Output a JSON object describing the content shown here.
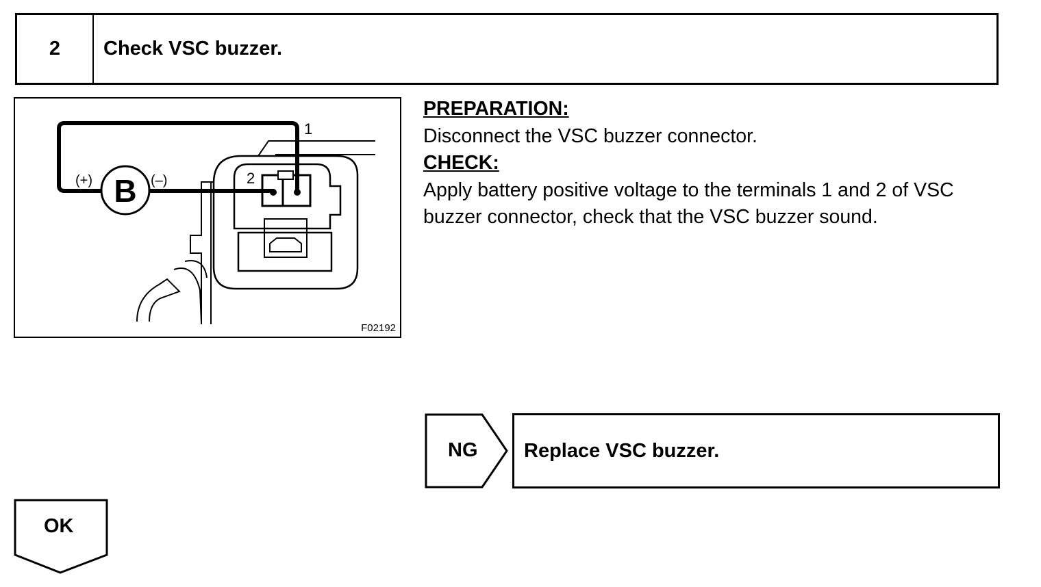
{
  "step": {
    "number": "2",
    "title": "Check VSC buzzer."
  },
  "figure": {
    "code": "F02192",
    "labels": {
      "battery": "B",
      "plus": "(+)",
      "minus": "(–)",
      "terminal1": "1",
      "terminal2": "2"
    }
  },
  "instructions": {
    "preparation_heading": "PREPARATION:",
    "preparation_text": "Disconnect the VSC buzzer connector.",
    "check_heading": "CHECK:",
    "check_text": "Apply battery positive voltage to the terminals 1 and 2 of VSC buzzer connector, check that the VSC buzzer sound."
  },
  "ng": {
    "label": "NG",
    "action": "Replace VSC buzzer."
  },
  "ok": {
    "label": "OK"
  }
}
